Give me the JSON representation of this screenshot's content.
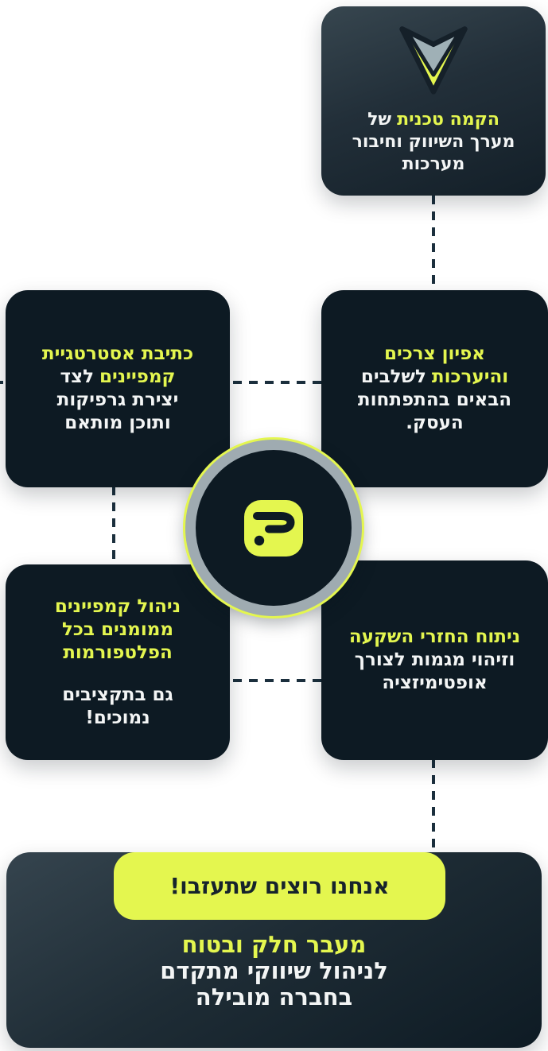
{
  "colors": {
    "background": "#FFFFFF",
    "accent_yellow": "#E4F64F",
    "card_dark": "#0D1A23",
    "gradient_light": "#37464F",
    "gradient_dark": "#101D26",
    "ring_gray": "#9FABB1",
    "dash_navy": "#1B2F3D",
    "text_white": "#F3F5F5",
    "pill_text_dark": "#16232C"
  },
  "icons": {
    "chevron": "chevron-down-icon",
    "logo": "brand-logo-icon"
  },
  "cards": {
    "technical_setup": {
      "line1_accent": "הקמה טכנית",
      "line1_rest": "של",
      "line2": "מערך השיווק וחיבור",
      "line3": "מערכות"
    },
    "needs_assessment": {
      "line1_accent": "אפיון צרכים",
      "line2_accent": "והיערכות",
      "line2_rest": "לשלבים",
      "line3": "הבאים בהתפתחות",
      "line4": "העסק."
    },
    "strategy_writing": {
      "line1_accent": "כתיבת אסטרטגיית",
      "line2_accent": "קמפיינים",
      "line2_rest": "לצד",
      "line3": "יצירת גרפיקות",
      "line4": "ותוכן מותאם"
    },
    "campaign_management": {
      "accent_line1": "ניהול קמפיינים",
      "accent_line2": "ממומנים בכל",
      "accent_line3": "הפלטפורמות",
      "white_line1": "גם בתקציבים",
      "white_line2": "נמוכים!"
    },
    "roi_analysis": {
      "line1_accent": "ניתוח החזרי השקעה",
      "line2": "וזיהוי מגמות לצורך",
      "line3": "אופטימיזציה"
    },
    "cta": {
      "ribbon": "אנחנו רוצים שתעזבו!",
      "line1_accent": "מעבר חלק ובטוח",
      "line2": "לניהול שיווקי מתקדם",
      "line3": "בחברה מובילה"
    }
  }
}
